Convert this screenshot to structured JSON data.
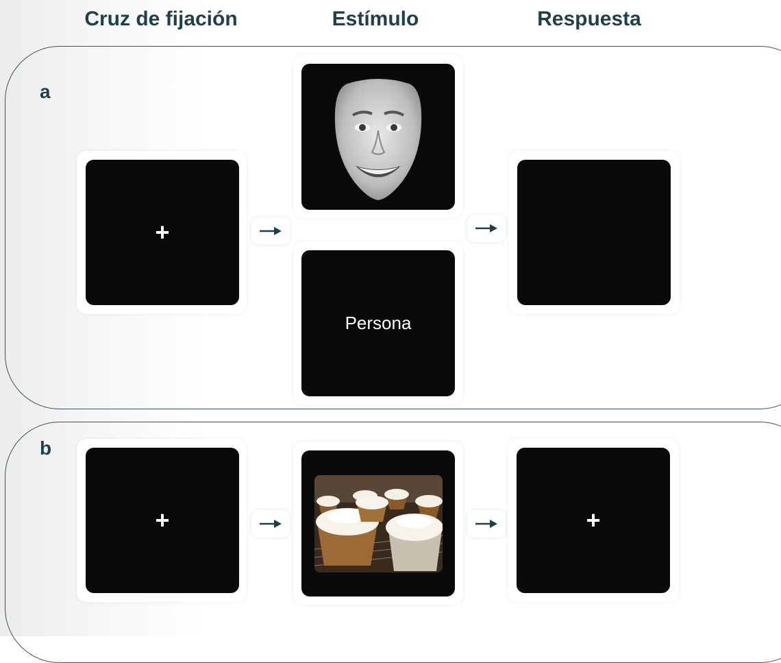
{
  "headers": {
    "fixation": "Cruz de fijación",
    "stimulus": "Estímulo",
    "response": "Respuesta"
  },
  "panel_a": {
    "letter": "a",
    "fixation_symbol": "+",
    "face_image": "smiling-face-photo",
    "word_stimulus": "Persona"
  },
  "panel_b": {
    "letter": "b",
    "fixation_symbol": "+",
    "food_image": "cupcakes-photo",
    "response_symbol": "+"
  },
  "colors": {
    "heading": "#1f3f4a",
    "border": "#35535f",
    "arrow": "#1f3f4a",
    "screen": "#0a0a0a"
  }
}
